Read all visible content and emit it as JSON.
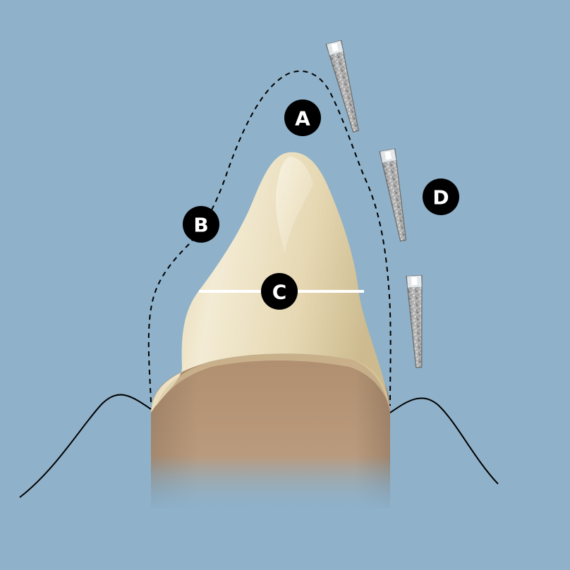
{
  "colors": {
    "background": "#8fb1c9",
    "ridge_outline": "#000000",
    "bone_light": "#f1e8d0",
    "bone_mid": "#e2d3ad",
    "bone_shadow": "#cbb98f",
    "root_tan": "#b9987a",
    "root_dark": "#a48063",
    "marker_fill": "#000000",
    "marker_text": "#ffffff",
    "measure_line": "#ffffff",
    "particle_dark": "#7f7f7f",
    "particle_light": "#d6d6d6"
  },
  "markers": [
    {
      "id": "A",
      "label": "A"
    },
    {
      "id": "B",
      "label": "B"
    },
    {
      "id": "C",
      "label": "C"
    },
    {
      "id": "D",
      "label": "D"
    }
  ],
  "icons": {
    "graft_syringe": "graft-syringe-icon"
  },
  "syringe_count": 3
}
